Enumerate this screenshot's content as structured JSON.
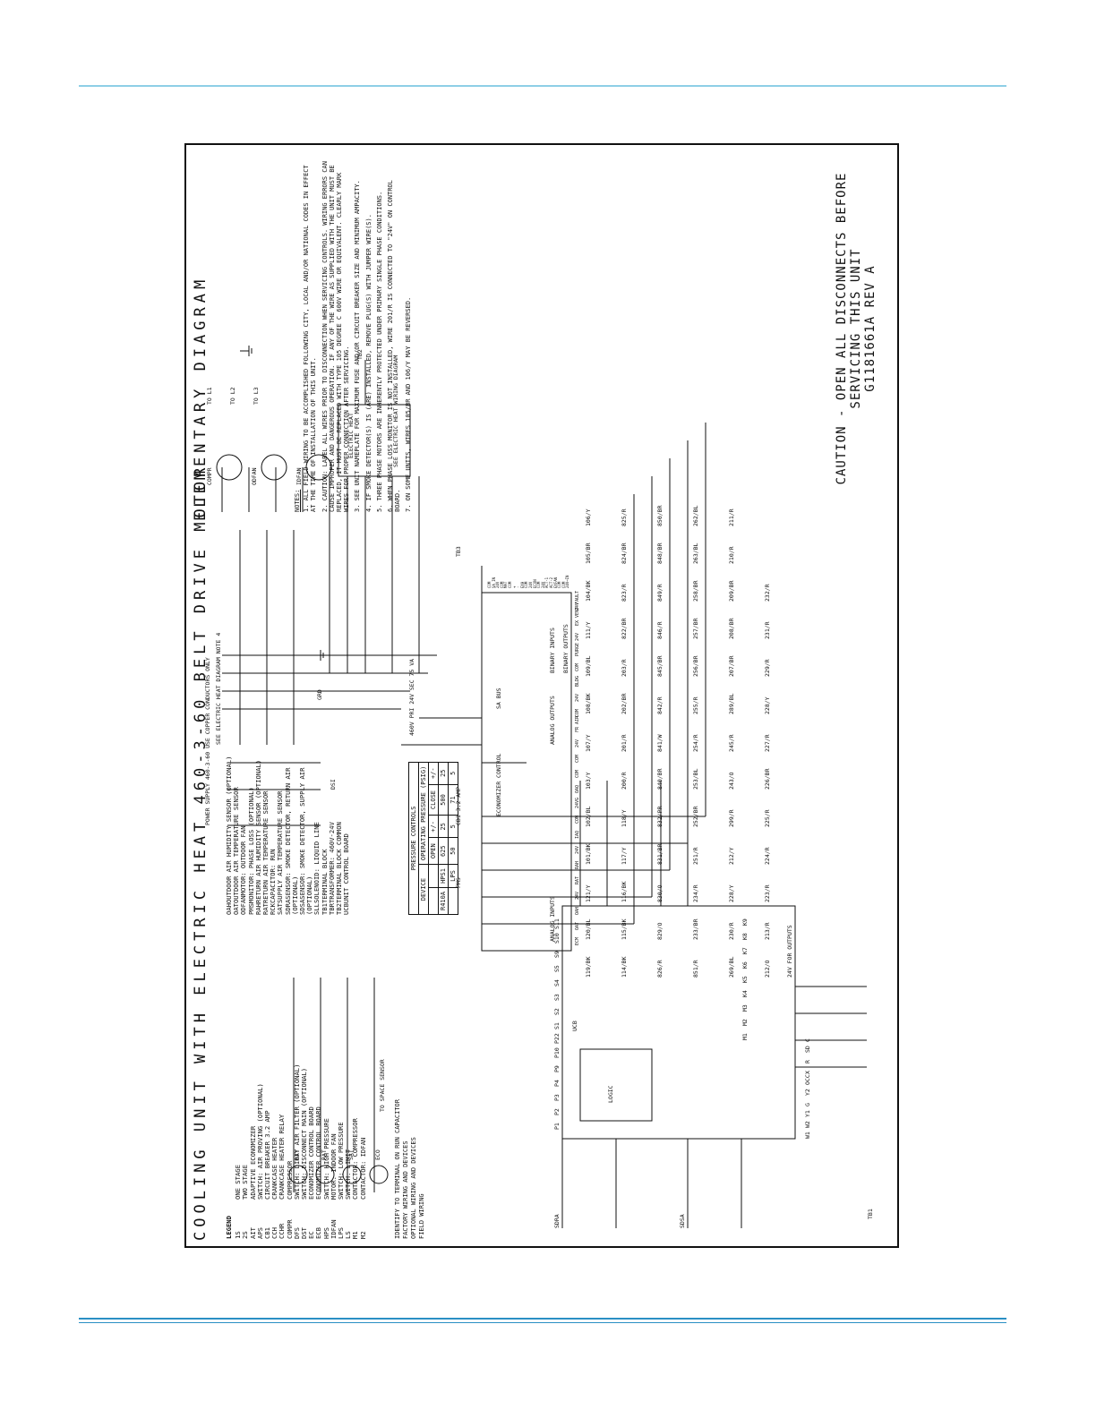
{
  "title": "COOLING UNIT WITH ELECTRIC HEAT 460-3-60 BELT DRIVE MOTOR",
  "elementary_title": "ELEMENTARY DIAGRAM",
  "legend": {
    "heading": "LEGEND",
    "items1": [
      {
        "ab": "1S",
        "desc": "ONE STAGE"
      },
      {
        "ab": "2S",
        "desc": "TWO STAGE"
      },
      {
        "ab": "AIT",
        "desc": "ADAPTIVE ECONOMIZER"
      },
      {
        "ab": "APS",
        "desc": "SWITCH: AIR PROVING (OPTIONAL)"
      },
      {
        "ab": "CB1",
        "desc": "CIRCUIT BREAKER 3.2 AMP"
      },
      {
        "ab": "CCH",
        "desc": "CRANKCASE HEATER"
      },
      {
        "ab": "CCHR",
        "desc": "CRANKCASE HEATER RELAY"
      },
      {
        "ab": "COMPR",
        "desc": "COMPRESSOR"
      },
      {
        "ab": "DFS",
        "desc": "SWITCH: DIRTY AIR FILTER (OPTIONAL)"
      },
      {
        "ab": "DST",
        "desc": "SWITCH: DISCONNECT MAIN (OPTIONAL)"
      },
      {
        "ab": "EC",
        "desc": "ECONOMIZER CONTROL BOARD"
      },
      {
        "ab": "ECB",
        "desc": "ECONOMIZER CONTROL BOARD"
      },
      {
        "ab": "HPS",
        "desc": "SWITCH: HIGH PRESSURE"
      },
      {
        "ab": "IDFAN",
        "desc": "MOTOR: INDOOR FAN"
      },
      {
        "ab": "LPS",
        "desc": "SWITCH: LOW PRESSURE"
      },
      {
        "ab": "LS",
        "desc": "SWITCH: LIMIT"
      },
      {
        "ab": "M1",
        "desc": "CONTACTOR: COMPRESSOR"
      },
      {
        "ab": "M2",
        "desc": "CONTACTOR: IDFAN"
      }
    ],
    "items2": [
      {
        "ab": "OAH",
        "desc": "OUTDOOR AIR HUMIDITY SENSOR (OPTIONAL)"
      },
      {
        "ab": "OAT",
        "desc": "OUTDOOR AIR TEMPERATURE SENSOR"
      },
      {
        "ab": "ODFAN",
        "desc": "MOTOR: OUTDOOR FAN"
      },
      {
        "ab": "PMS",
        "desc": "MONITOR: PHASE LOSS (OPTIONAL)"
      },
      {
        "ab": "RAH",
        "desc": "RETURN AIR HUMIDITY SENSOR (OPTIONAL)"
      },
      {
        "ab": "RAT",
        "desc": "RETURN AIR TEMPERATURE SENSOR"
      },
      {
        "ab": "RCK",
        "desc": "CAPACITOR: RUN"
      },
      {
        "ab": "SAT",
        "desc": "SUPPLY AIR TEMPERATURE SENSOR"
      },
      {
        "ab": "SDRA",
        "desc": "SENSOR: SMOKE DETECTOR, RETURN AIR (OPTIONAL)"
      },
      {
        "ab": "SDSA",
        "desc": "SENSOR: SMOKE DETECTOR, SUPPLY AIR (OPTIONAL)"
      },
      {
        "ab": "SLL",
        "desc": "SOLENOID: LIQUID LINE"
      },
      {
        "ab": "TB1",
        "desc": "TERMINAL BLOCK"
      },
      {
        "ab": "TBR",
        "desc": "TRANSFORMER: 460V-24V"
      },
      {
        "ab": "TB2",
        "desc": "TERMINAL BLOCK COMMON"
      },
      {
        "ab": "UCB",
        "desc": "UNIT CONTROL BOARD"
      }
    ]
  },
  "wire_key": [
    "IDENTIFY TO TERMINAL ON RUN CAPACITOR",
    "FACTORY WIRING AND DEVICES",
    "OPTIONAL WIRING AND DEVICES",
    "FIELD WIRING"
  ],
  "pressure_controls": {
    "caption": "PRESSURE CONTROLS",
    "headers": [
      "DEVICE",
      "OPERATING PRESSURE (PSIG)"
    ],
    "subheaders": [
      "",
      "",
      "OPEN",
      "+/-",
      "CLOSE",
      "+/-"
    ],
    "rows": [
      [
        "R410A",
        "HPS1",
        "625",
        "25",
        "500",
        "25"
      ],
      [
        "",
        "LPS",
        "50",
        "5",
        "71",
        "5"
      ]
    ]
  },
  "notes": {
    "heading": "NOTES:",
    "items": [
      "1. ALL FIELD WIRING TO BE ACCOMPLISHED FOLLOWING CITY, LOCAL AND/OR NATIONAL CODES IN EFFECT AT THE TIME OF INSTALLATION OF THIS UNIT.",
      "2. CAUTION: LABEL ALL WIRES PRIOR TO DISCONNECTION WHEN SERVICING CONTROLS. WIRING ERRORS CAN CAUSE IMPROPER AND DANGEROUS OPERATION. IF ANY OF THE WIRE AS SUPPLIED WITH THE UNIT MUST BE REPLACED, IT MUST BE REPLACED WITH TYPE 105 DEGREE C 600V WIRE OR EQUIVALENT. CLEARLY MARK WIRES FOR PROPER CONNECTION AFTER SERVICING.",
      "3. SEE UNIT NAMEPLATE FOR MAXIMUM FUSE AND/OR CIRCUIT BREAKER SIZE AND MINIMUM AMPACITY.",
      "4. IF SMOKE DETECTOR(S) IS (ARE) INSTALLED, REMOVE PLUG(S) WITH JUMPER WIRE(S).",
      "5. THREE PHASE MOTORS ARE INHERENTLY PROTECTED UNDER PRIMARY SINGLE PHASE CONDITIONS.",
      "6. WHEN PHASE LOSS MONITOR IS NOT INSTALLED, WIRE 201/R IS CONNECTED TO \"24V\" ON CONTROL BOARD.",
      "7. ON SOME UNITS, WIRES 105/BR AND 106/Y MAY BE REVERSED."
    ]
  },
  "caution": "CAUTION - OPEN ALL DISCONNECTS BEFORE SERVICING THIS UNIT",
  "part_number": "G1181661A REV A",
  "components": {
    "power_supply": "POWER SUPPLY 460-3-60 USE COPPER CONDUCTORS ONLY",
    "see_heat": "SEE ELECTRIC HEAT DIAGRAM NOTE 4",
    "see_heat_diagram": "SEE ELECTRIC HEAT WIRING DIAGRAM",
    "electric_heat": "ELECTRIC HEAT",
    "econ_board": "ECONOMIZER CONTROL",
    "ucb": "UCB",
    "logic": "LOGIC",
    "compr": "COMPR",
    "odfan": "ODFAN",
    "idfan": "IDFAN",
    "trans": "460V PRI 24V SEC 75 VA",
    "cb1": "CB1 3.2 AMP",
    "oat": "OAT",
    "rat": "RAT",
    "sat": "SAT",
    "eco": "ECO",
    "grd": "GRD",
    "tb1": "TB1",
    "tb2": "TB2",
    "tb3": "TB3",
    "pms": "PMS",
    "dst": "DSI",
    "sdra": "SDRA",
    "sdsa": "SDSA",
    "space_sensor": "TO SPACE SENSOR",
    "analog_inputs": "ANALOG INPUTS",
    "analog_outputs": "ANALOG OUTPUTS",
    "binary_inputs": "BINARY INPUTS",
    "binary_outputs": "BINARY OUTPUTS",
    "sa_bus": "SA BUS",
    "out_24v": "24V FOR OUTPUTS",
    "to_l1": "TO L1",
    "to_l2": "TO L2",
    "to_l3": "TO L3"
  },
  "wire_labels": [
    "119/BK",
    "120/BL",
    "121/Y",
    "101/BK",
    "102/BL",
    "103/Y",
    "107/Y",
    "108/BK",
    "109/BL",
    "111/Y",
    "104/BK",
    "105/BR",
    "106/Y",
    "114/BK",
    "115/BK",
    "116/BK",
    "117/Y",
    "118/Y",
    "200/R",
    "201/R",
    "202/BR",
    "203/R",
    "822/BR",
    "823/R",
    "824/BR",
    "825/R",
    "826/R",
    "829/O",
    "830/O",
    "831/BR",
    "832/PR",
    "840/BR",
    "841/W",
    "842/R",
    "845/BR",
    "846/R",
    "849/R",
    "848/BR",
    "850/BR",
    "851/R",
    "233/BR",
    "234/R",
    "251/R",
    "252/BR",
    "253/BL",
    "254/R",
    "255/R",
    "256/BR",
    "257/BR",
    "258/BR",
    "263/BL",
    "262/BL",
    "269/BL",
    "230/R",
    "228/Y",
    "212/Y",
    "299/R",
    "243/O",
    "245/R",
    "289/BL",
    "207/BR",
    "208/BR",
    "209/BR",
    "210/R",
    "211/R",
    "212/O",
    "213/R",
    "223/R",
    "224/R",
    "225/R",
    "226/BR",
    "227/R",
    "228/Y",
    "229/R",
    "231/R",
    "232/R"
  ],
  "terminals": {
    "ecb_top": [
      "COM",
      "SA IN",
      "24V",
      "COM",
      "MAT",
      "COM",
      "+",
      "-",
      "EXH",
      "COM",
      "24V",
      "ECON",
      "COM",
      "24V",
      "ACT-1",
      "ACT-2",
      "EXFAN",
      "COM",
      "COM",
      "24V~IN"
    ],
    "ecb_bot": [
      "ECM",
      "OAT",
      "OAH",
      "24V",
      "RAT",
      "RAH",
      "24V",
      "IAQ",
      "COM",
      "24VG",
      "OAQ",
      "COM",
      "COM",
      "24V",
      "FR AIR",
      "COM",
      "24V",
      "BLDG",
      "COM",
      "PURGE",
      "24V",
      "EX VENT FAULT",
      "24V"
    ],
    "ucb_left": [
      "W1",
      "W2",
      "Y1",
      "G",
      "Y2",
      "OCC",
      "X",
      "R",
      "SD",
      "C"
    ],
    "relays": [
      "M1",
      "M2",
      "M3",
      "K4",
      "K5",
      "K6",
      "K7",
      "K8",
      "K9"
    ],
    "plugs": [
      "P1",
      "P2",
      "P3",
      "P4",
      "P9",
      "P10",
      "P22",
      "S1",
      "S2",
      "S3",
      "S4",
      "S5",
      "S9",
      "S10",
      "S11"
    ]
  }
}
